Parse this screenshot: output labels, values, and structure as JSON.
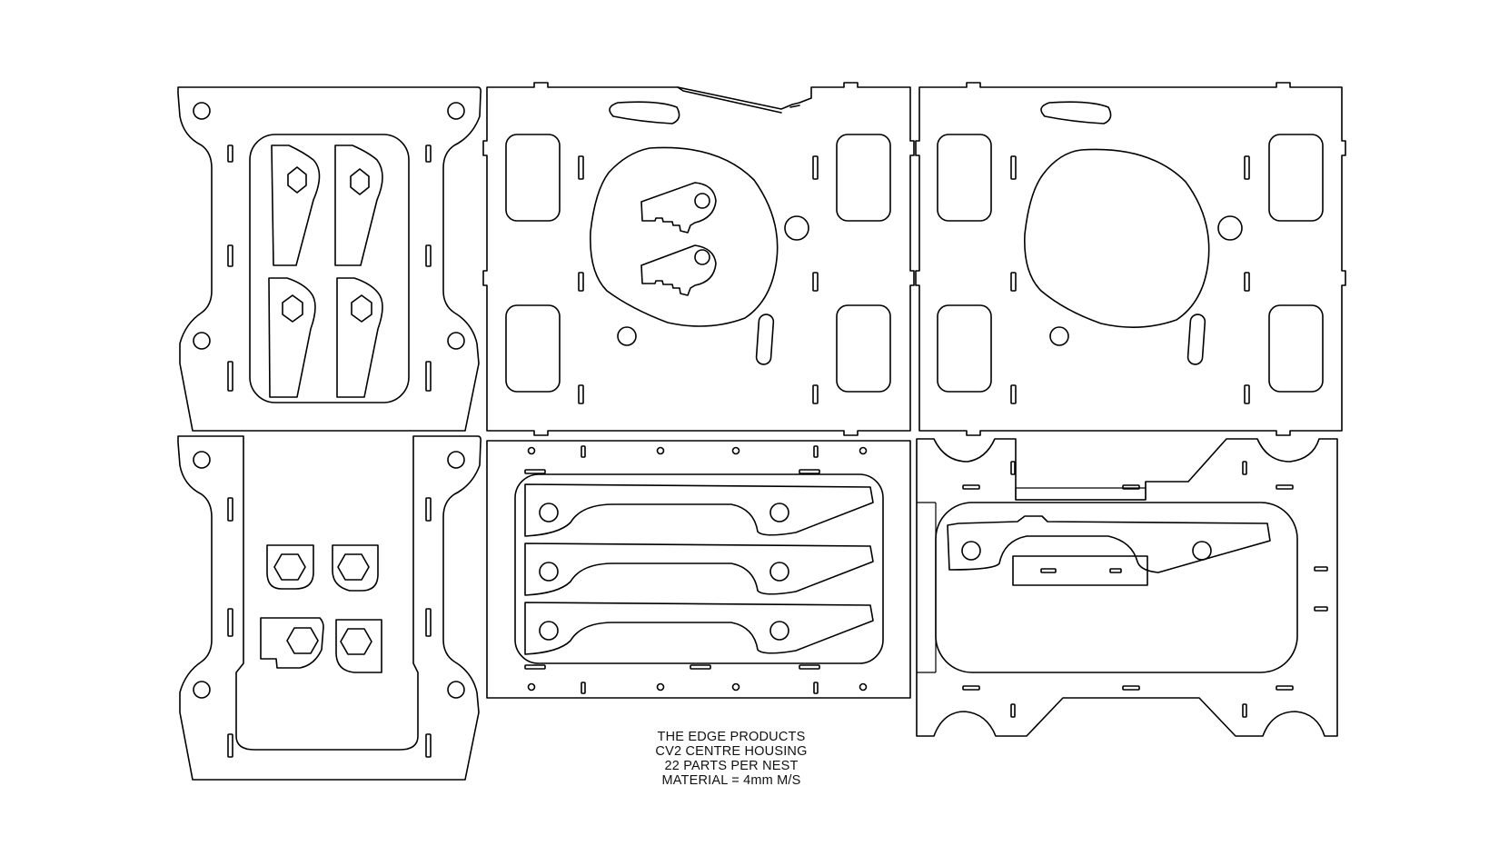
{
  "title_block": {
    "line1": "THE EDGE PRODUCTS",
    "line2": "CV2 CENTRE HOUSING",
    "line3": "22 PARTS PER NEST",
    "line4": "MATERIAL = 4mm M/S"
  },
  "colors": {
    "background": "#ffffff",
    "line": "#000000"
  }
}
